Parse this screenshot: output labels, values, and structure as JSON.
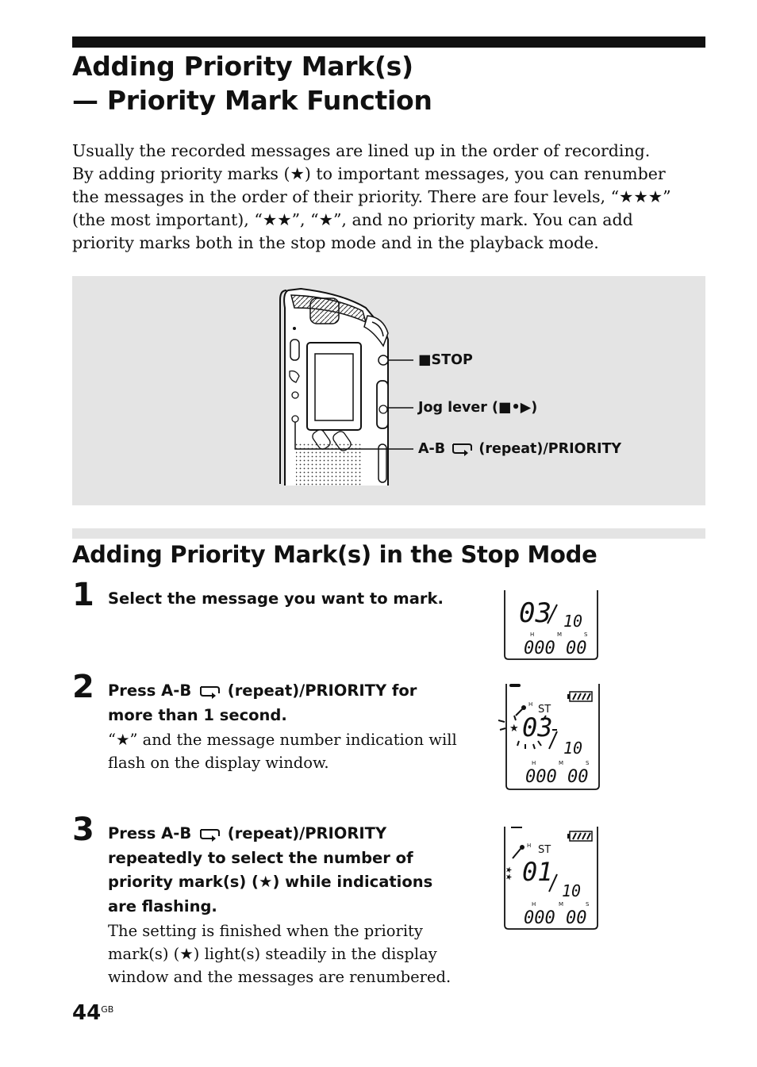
{
  "title": {
    "line1": "Adding Priority Mark(s)",
    "line2": "— Priority Mark Function"
  },
  "intro": [
    "Usually the recorded messages are lined up in the order of recording.",
    "By adding priority marks (★) to important messages, you can renumber",
    "the messages in the order of their priority.  There are four levels, “★★★”",
    "(the most important), “★★”, “★”, and no priority mark. You can add",
    "priority marks both in the stop mode and in the playback mode."
  ],
  "figure": {
    "callouts": {
      "stop": "■STOP",
      "jog": "Jog lever (■•▶)",
      "ab_prefix": "A-B",
      "ab_suffix": "(repeat)/PRIORITY"
    },
    "icons": [
      "voice-recorder-illustration",
      "repeat-icon"
    ]
  },
  "section_title": "Adding Priority Mark(s) in the Stop Mode",
  "steps": [
    {
      "number": "1",
      "heading": [
        "Select the message you want to mark."
      ],
      "body": [],
      "display": {
        "message": "03",
        "total": "10",
        "counter": "000 00",
        "hms": [
          "H",
          "M",
          "S"
        ],
        "stars": "",
        "mode": ""
      }
    },
    {
      "number": "2",
      "heading_prefix": "Press A-B",
      "heading": [
        "(repeat)/PRIORITY for",
        "more than 1 second."
      ],
      "body": [
        "“★” and the message number indication will",
        "flash on the display window."
      ],
      "display": {
        "message": "03",
        "total": "10",
        "counter": "000 00",
        "hms": [
          "H",
          "M",
          "S"
        ],
        "stars": "★",
        "mode": "ST",
        "rec_h": "H"
      }
    },
    {
      "number": "3",
      "heading_prefix": "Press A-B",
      "heading": [
        "(repeat)/PRIORITY",
        "repeatedly to select the number of",
        "priority mark(s) (★) while indications",
        "are flashing."
      ],
      "body": [
        "The setting is finished when the priority",
        "mark(s) (★) light(s) steadily in the display",
        "window and the messages are renumbered."
      ],
      "display": {
        "message": "01",
        "total": "10",
        "counter": "000 00",
        "hms": [
          "H",
          "M",
          "S"
        ],
        "stars": "★★",
        "mode": "ST",
        "rec_h": "H"
      }
    }
  ],
  "page_number": {
    "number": "44",
    "suffix": "GB"
  }
}
